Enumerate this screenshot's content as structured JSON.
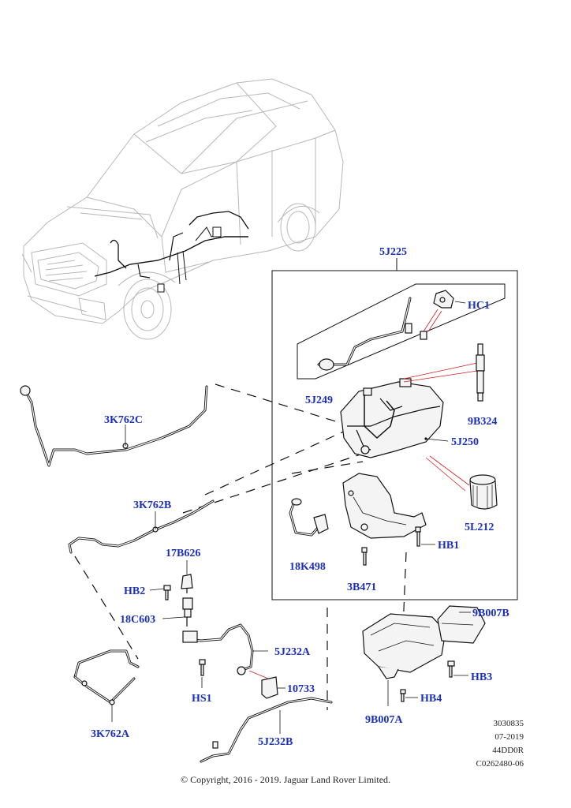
{
  "labels": {
    "5J225": "5J225",
    "HC1": "HC1",
    "5J249": "5J249",
    "9B324": "9B324",
    "5J250": "5J250",
    "3K762C": "3K762C",
    "3K762B": "3K762B",
    "5L212": "5L212",
    "HB1": "HB1",
    "18K498": "18K498",
    "17B626": "17B626",
    "3B471": "3B471",
    "HB2": "HB2",
    "18C603": "18C603",
    "9B007B": "9B007B",
    "5J232A": "5J232A",
    "HS1": "HS1",
    "10733": "10733",
    "HB3": "HB3",
    "HB4": "HB4",
    "3K762A": "3K762A",
    "5J232B": "5J232B",
    "9B007A": "9B007A"
  },
  "reference": {
    "number": "3030835",
    "date": "07-2019",
    "code": "44DD0R",
    "catalog": "C0262480-06"
  },
  "copyright": "© Copyright, 2016 - 2019. Jaguar Land Rover Limited."
}
